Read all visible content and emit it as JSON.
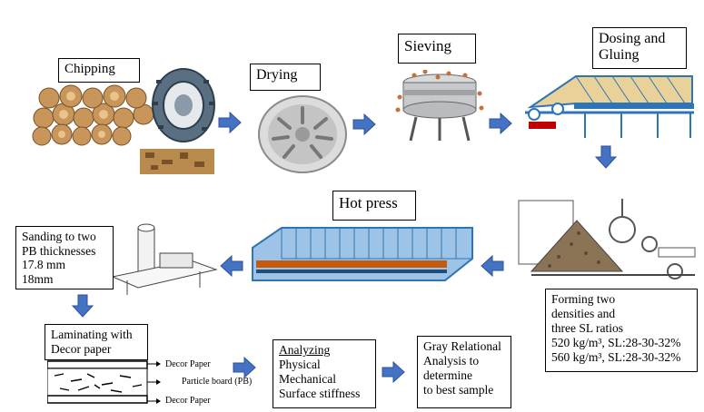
{
  "steps": {
    "chipping": "Chipping",
    "drying": "Drying",
    "sieving": "Sieving",
    "dosing": [
      "Dosing and",
      "Gluing"
    ],
    "hot_press": "Hot press",
    "sanding": [
      "Sanding to two",
      "PB thicknesses",
      "17.8 mm",
      "18mm"
    ],
    "laminating": [
      "Laminating with",
      "Decor paper"
    ],
    "forming": [
      "Forming two",
      "densities and",
      "three SL ratios",
      "520 kg/m³, SL:28-30-32%",
      "560 kg/m³, SL:28-30-32%"
    ],
    "analyzing": [
      "Analyzing",
      "Physical",
      "Mechanical",
      "Surface stiffness"
    ],
    "gray": [
      "Gray Relational",
      "Analysis to",
      "determine",
      "to best sample"
    ]
  },
  "laminate_labels": [
    "Decor Paper",
    "Particle board (PB)",
    "Decor Paper"
  ],
  "colors": {
    "arrow_fill": "#4472c4",
    "arrow_stroke": "#2f528f",
    "machine_blue": "#2e75b6"
  }
}
